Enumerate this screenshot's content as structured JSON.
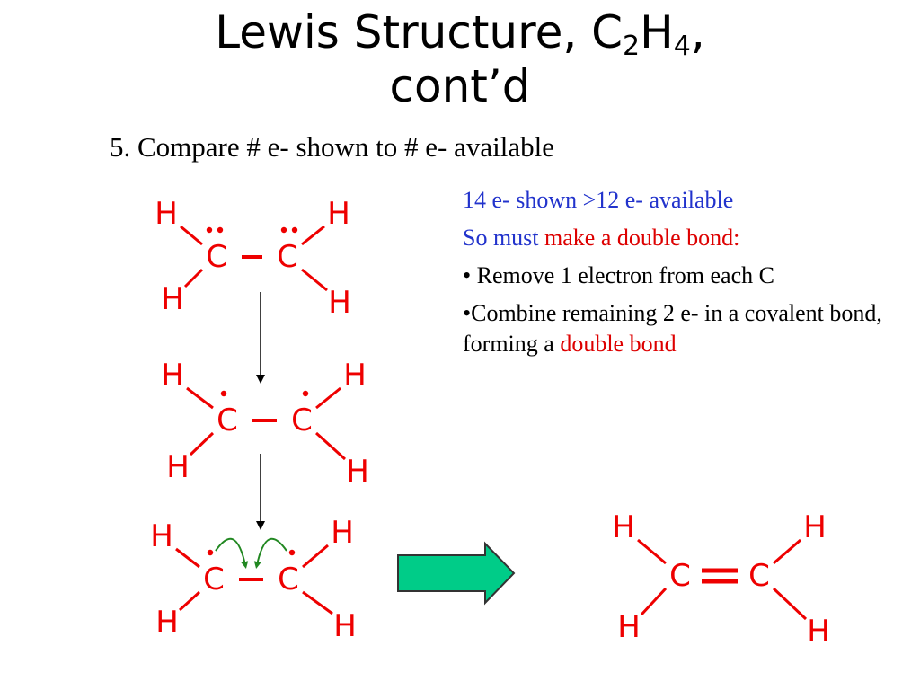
{
  "title": {
    "prefix": "Lewis Structure, C",
    "sub1": "2",
    "mid": "H",
    "sub2": "4",
    "suffix": ",",
    "line2": "cont’d"
  },
  "subtitle": "5. Compare # e- shown to # e- available",
  "notes": {
    "line1": "14 e- shown  >12 e- available",
    "line2_blue": "So must ",
    "line2_red": "make a double bond:",
    "bullet1": "• Remove 1 electron from each C",
    "bullet2_black": "•Combine remaining 2 e- in a covalent bond, forming a ",
    "bullet2_red": "double bond"
  },
  "atoms": {
    "hydrogen": "H",
    "carbon": "C"
  },
  "colors": {
    "atoms": "#ee0000",
    "arrow_fill": "#00cc88",
    "curved_arrows": "#228822",
    "blue_text": "#2233cc",
    "red_text": "#dd0000"
  },
  "molecules": [
    {
      "name": "structure-1-lone-pairs",
      "dots_per_carbon": 2,
      "bond": "single"
    },
    {
      "name": "structure-2-one-electron-removed",
      "dots_per_carbon": 1,
      "bond": "single"
    },
    {
      "name": "structure-3-forming-bond",
      "dots_per_carbon": 1,
      "bond": "single",
      "curved_arrows": true
    },
    {
      "name": "structure-final-double-bond",
      "dots_per_carbon": 0,
      "bond": "double"
    }
  ]
}
